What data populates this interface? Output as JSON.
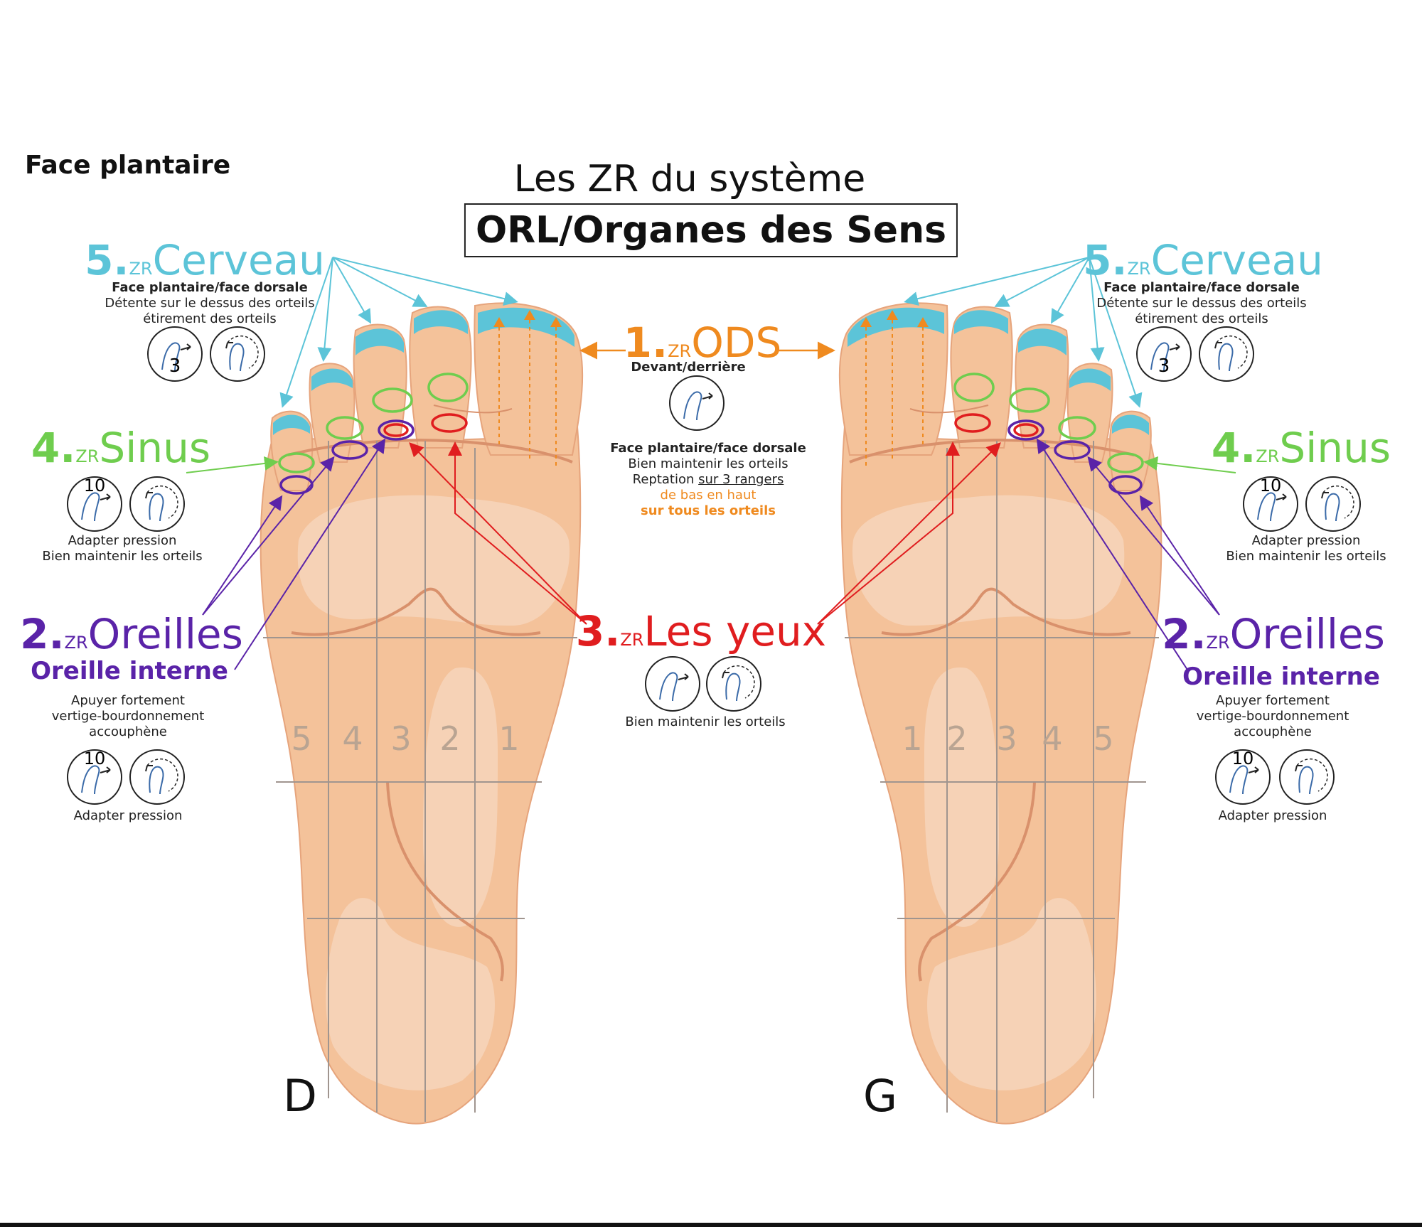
{
  "corner_label": "Face plantaire",
  "title": {
    "line1": "Les ZR du système",
    "line2": "ORL/Organes des Sens"
  },
  "zr_prefix": "ZR",
  "colors": {
    "skin": "#f4c29a",
    "skin_light": "#f7d7bf",
    "crease": "#d9916c",
    "grid": "#a0958f",
    "nail": "#5cc4d8",
    "cerveau": "#5cc4d8",
    "sinus": "#6fcd4e",
    "oreilles": "#5a23a8",
    "yeux": "#e01d1f",
    "ods": "#ef8a1f"
  },
  "zones": {
    "ods": {
      "number": "1.",
      "name": "ODS",
      "subtitle": "Devant/derrière",
      "face": "Face plantaire/face dorsale",
      "line1": "Bien maintenir les orteils",
      "line2_prefix": "Reptation ",
      "line2_underlined": "sur 3 rangers",
      "line3": "de bas en haut",
      "line4": "sur tous les orteils"
    },
    "cerveau": {
      "number": "5.",
      "name": "Cerveau",
      "face": "Face plantaire/face dorsale",
      "line1": "Détente sur le dessus des orteils",
      "line2": "étirement des orteils",
      "icon_count": "3"
    },
    "sinus": {
      "number": "4.",
      "name": "Sinus",
      "icon_count": "10",
      "line1": "Adapter pression",
      "line2": "Bien maintenir les orteils"
    },
    "oreilles": {
      "number": "2.",
      "name": "Oreilles",
      "subtitle": "Oreille interne",
      "line1": "Apuyer fortement",
      "line2": "vertige-bourdonnement",
      "line3": "accouphène",
      "icon_count": "10",
      "line4": "Adapter pression"
    },
    "yeux": {
      "number": "3.",
      "name": "Les yeux",
      "line1": "Bien maintenir les orteils"
    }
  },
  "feet": {
    "right": {
      "letter": "D",
      "columns": [
        "5",
        "4",
        "3",
        "2",
        "1"
      ]
    },
    "left": {
      "letter": "G",
      "columns": [
        "1",
        "2",
        "3",
        "4",
        "5"
      ]
    }
  },
  "icons": [
    "thumb-walk-icon",
    "rotation-icon",
    "thumb-hook-icon"
  ]
}
